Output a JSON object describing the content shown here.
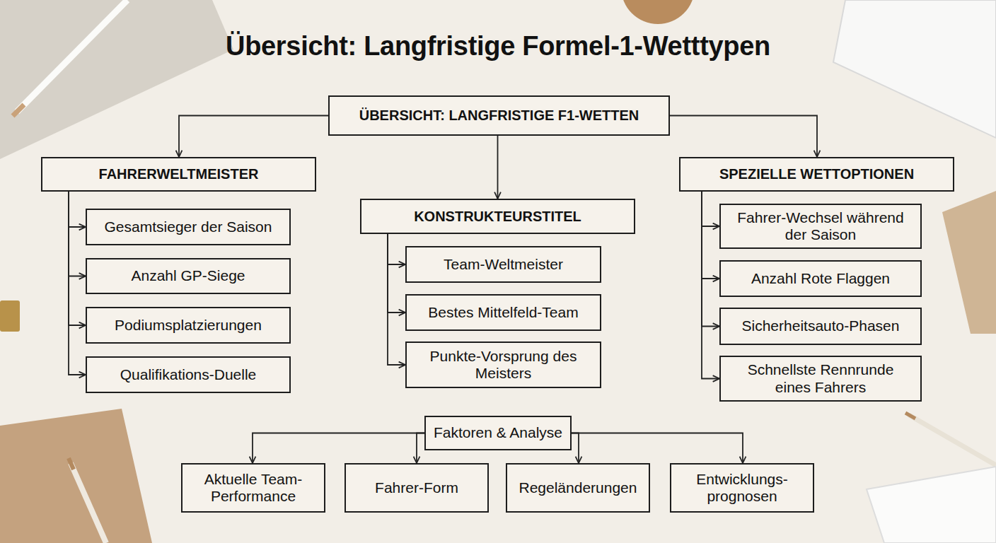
{
  "diagram": {
    "title": "Übersicht: Langfristige Formel-1-Wetttypen",
    "nodes": [
      {
        "text": [
          "ÜBERSICHT: LANGFRISTIGE F1-WETTEN"
        ]
      },
      {
        "text": [
          "FAHRERWELTMEISTER"
        ]
      },
      {
        "text": [
          "Gesamtsieger der Saison"
        ]
      },
      {
        "text": [
          "Anzahl GP-Siege"
        ]
      },
      {
        "text": [
          "Podiumsplatzierungen"
        ]
      },
      {
        "text": [
          "Qualifikations-Duelle"
        ]
      },
      {
        "text": [
          "KONSTRUKTEURSTITEL"
        ]
      },
      {
        "text": [
          "Team-Weltmeister"
        ]
      },
      {
        "text": [
          "Bestes Mittelfeld-Team"
        ]
      },
      {
        "text": [
          "Punkte-Vorsprung des Meisters"
        ]
      },
      {
        "text": [
          "SPEZIELLE WETTOPTIONEN"
        ]
      },
      {
        "text": [
          "Fahrer-Wechsel während der Saison"
        ]
      },
      {
        "text": [
          "Anzahl Rote Flaggen"
        ]
      },
      {
        "text": [
          "Sicherheitsauto-Phasen"
        ]
      },
      {
        "text": [
          "Schnellste Rennrunde eines Fahrers"
        ]
      },
      {
        "text": [
          "Faktoren & Analyse"
        ]
      },
      {
        "text": [
          "Aktuelle Team- Performance"
        ]
      },
      {
        "text": [
          "Fahrer-Form"
        ]
      },
      {
        "text": [
          "Regeländerungen"
        ]
      },
      {
        "text": [
          "Entwicklungs- prognosen"
        ]
      }
    ],
    "edges": [
      {
        "from": 0,
        "to": 1,
        "arrow": "to"
      },
      {
        "from": 0,
        "to": 6,
        "arrow": "to"
      },
      {
        "from": 0,
        "to": 10,
        "arrow": "to"
      },
      {
        "from": 1,
        "to": 2,
        "arrow": "to"
      },
      {
        "from": 1,
        "to": 3,
        "arrow": "to"
      },
      {
        "from": 1,
        "to": 4,
        "arrow": "to"
      },
      {
        "from": 1,
        "to": 5,
        "arrow": "to"
      },
      {
        "from": 6,
        "to": 7,
        "arrow": "to"
      },
      {
        "from": 6,
        "to": 8,
        "arrow": "to"
      },
      {
        "from": 6,
        "to": 9,
        "arrow": "to"
      },
      {
        "from": 10,
        "to": 11,
        "arrow": "to"
      },
      {
        "from": 10,
        "to": 12,
        "arrow": "to"
      },
      {
        "from": 10,
        "to": 13,
        "arrow": "to"
      },
      {
        "from": 10,
        "to": 14,
        "arrow": "to"
      },
      {
        "from": 15,
        "to": 16,
        "arrow": "to"
      },
      {
        "from": 15,
        "to": 17,
        "arrow": "to"
      },
      {
        "from": 15,
        "to": 18,
        "arrow": "to"
      },
      {
        "from": 15,
        "to": 19,
        "arrow": "to"
      }
    ]
  }
}
